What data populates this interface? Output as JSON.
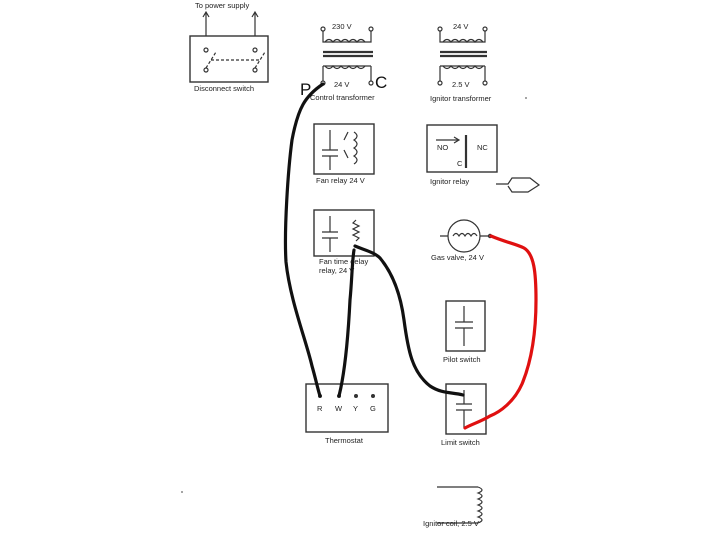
{
  "labels": {
    "power_supply": "To power supply",
    "disconnect": "Disconnect switch",
    "ctrl_primary": "230 V",
    "ctrl_secondary": "24 V",
    "ctrl_name": "Control transformer",
    "ign_primary": "24 V",
    "ign_secondary": "2.5 V",
    "ign_name": "Ignitor transformer",
    "fan_relay": "Fan relay 24 V",
    "fan_time_relay_1": "Fan time delay",
    "fan_time_relay_2": "relay, 24 V",
    "ignitor_relay": "Ignitor relay",
    "relay_no": "NO",
    "relay_nc": "NC",
    "relay_c": "C",
    "gas_valve": "Gas valve, 24 V",
    "pilot_switch": "Pilot switch",
    "thermostat": "Thermostat",
    "term_r": "R",
    "term_w": "W",
    "term_y": "Y",
    "term_g": "G",
    "limit_switch": "Limit switch",
    "ignitor_coil": "Ignitor coil, 2.5 V",
    "mark_p": "P",
    "mark_c": "C"
  },
  "colors": {
    "wire_black": "#111111",
    "wire_red": "#e01010"
  }
}
